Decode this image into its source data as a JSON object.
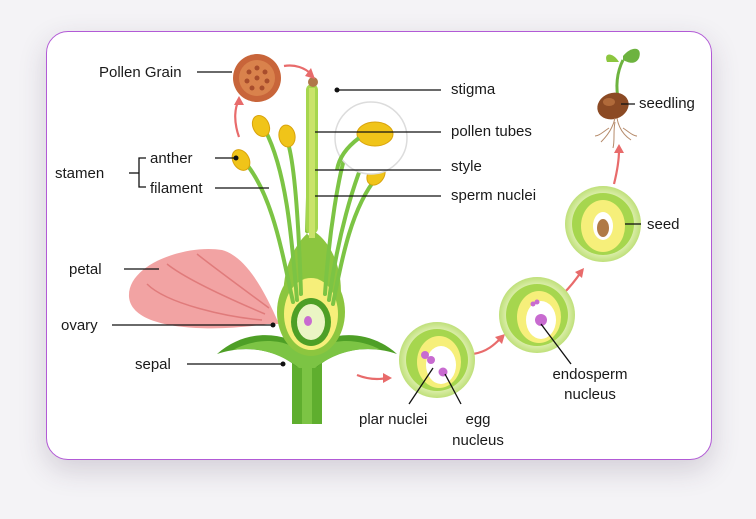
{
  "labels": {
    "pollen_grain": "Pollen Grain",
    "stamen": "stamen",
    "anther": "anther",
    "filament": "filament",
    "petal": "petal",
    "ovary": "ovary",
    "sepal": "sepal",
    "stigma": "stigma",
    "pollen_tubes": "pollen tubes",
    "style": "style",
    "sperm_nuclei": "sperm nuclei",
    "seedling": "seedling",
    "seed": "seed",
    "endosperm_nucleus_line1": "endosperm",
    "endosperm_nucleus_line2": "nucleus",
    "polar_nuclei": "plar nuclei",
    "egg_nucleus_line1": "egg",
    "egg_nucleus_line2": "nucleus"
  },
  "colors": {
    "card_border": "#b25ad6",
    "stem_green": "#5fae2e",
    "light_green": "#c9e36a",
    "yellow": "#f0c419",
    "petal_pink": "#f2a3a3",
    "pollen_brown": "#c8653a",
    "arrow_red": "#e86b6b",
    "nucleus_purple": "#c86bd0"
  }
}
